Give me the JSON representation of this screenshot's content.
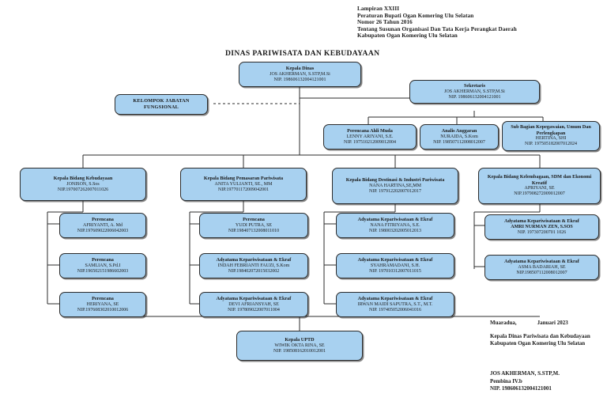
{
  "document": {
    "header_lines": [
      "Lampiran XXIII",
      "Peraturan Bupati Ogan Komering Ulu Selatan",
      "Nomor 26 Tahun 2016",
      "Tentang Susunan Organisasi Dan Tata Kerja Perangkat Daerah",
      "Kabupaten Ogan Komering Ulu Selatan"
    ],
    "title": "DINAS PARIWISATA DAN KEBUDAYAAN"
  },
  "chart_data": {
    "type": "diagram",
    "title": "DINAS PARIWISATA DAN KEBUDAYAAN",
    "nodes": {
      "kepala_dinas": {
        "title": "Kepala Dinas",
        "name": "JOS AKHERMAN, S.STP,M.Si",
        "nip": "NIP. 198606132004121001"
      },
      "sekretaris": {
        "title": "Sekretaris",
        "name": "JOS AKHERMAN, S.STP,M.Si",
        "nip": "NIP. 198606132004121001"
      },
      "kelompok_jabatan": {
        "title": "KELOMPOK JABATAN FUNGSIONAL"
      },
      "perencana_ahli_muda": {
        "title": "Perencana Ahli Muda",
        "name": "LENNY ARIYANI, S.E.",
        "nip": "NIP. 197510212009012004"
      },
      "analis_anggaran": {
        "title": "Analis Anggaran",
        "name": "NURAIDA, S.Kom",
        "nip": "NIP. 198507112008012007"
      },
      "sub_bagian": {
        "title": "Sub Bagian Kepegawaian, Umum Dan Perlengkapan",
        "name": "HERTINA, SHI",
        "nip": "NIP. 197505182007012024"
      },
      "kabid_kebudayaan": {
        "title": "Kepala Bidang Kebudayaan",
        "name": "JONISON, S.Sos",
        "nip": "NIP.197007262007011026"
      },
      "kabid_pemasaran": {
        "title": "Kepala Bidang Pemasaran Pariwisata",
        "name": "ANITA YULIANTI, SE., MM",
        "nip": "NIP.197701172009042001"
      },
      "kabid_destinasi": {
        "title": "Kepala Bidang Destinasi & Industri Pariwisata",
        "name": "NANA HARTINA,SE,MM",
        "nip": "NIP. 197912202007012017"
      },
      "kabid_kelembagaan": {
        "title": "Kepala Bidang Kelembagaan, SDM dan Ekonomi Kreatif",
        "name": "APRIYANI, SE",
        "nip": "NIP.197908272009012007"
      },
      "kebudayaan_1": {
        "title": "Perencana",
        "name": "AFRIYANTI, A. Md",
        "nip": "NIP.197609022006042003"
      },
      "kebudayaan_2": {
        "title": "Perencana",
        "name": "SAMLIAN, S.Pd.I",
        "nip": "NIP.196502151986602003"
      },
      "kebudayaan_3": {
        "title": "Perencana",
        "name": "HERIYANA, SE",
        "nip": "NIP.197608302010012006"
      },
      "pemasaran_1": {
        "title": "Perencana",
        "name": "YUDI PUTRA, SE",
        "nip": "NIP.198407132008011010"
      },
      "pemasaran_2": {
        "title": "Adyatama Kepariwisataan & Ekraf",
        "name": "INDAH FEBRIANTI FAUZI, S.Kom",
        "nip": "NIP.198402072015032002"
      },
      "pemasaran_3": {
        "title": "Adyatama Kepariwisataan & Ekraf",
        "name": "DEVI AFRIANSYAH, SE",
        "nip": "NIP. 197809022007011004"
      },
      "destinasi_1": {
        "title": "Adyatama Kepariwisataan & Ekraf",
        "name": "NANA FITRIYANA, S.E.",
        "nip": "NIP. 198003202005012013"
      },
      "destinasi_2": {
        "title": "Adyatama Kepariwisataan & Ekraf",
        "name": "SYAHRAMADANI, S.H.",
        "nip": "NIP. 197010312007011015"
      },
      "destinasi_3": {
        "title": "Adyatama Kepariwisataan & Ekraf",
        "name": "IRWAN MAIDI SAPUTRA, S.T., M.T.",
        "nip": "NIP. 197405052006041016"
      },
      "kelembagaan_1": {
        "title": "Adyatama Kepariwisataan & Ekraf",
        "name": "AMRI NURMAN ZEN, S.SOS",
        "nip": "NIP. 197307200701 1026",
        "name_bold": true
      },
      "kelembagaan_2": {
        "title": "Adyatama Kepariwisataan & Ekraf",
        "name": "ASMA BADARIAH, SE",
        "nip": "NIP.198507112008012007"
      },
      "kepala_uptd": {
        "title": "Kepala UPTD",
        "name": "WIWIK OKTA RINA, SE",
        "nip": "NIP. 198508162010012001"
      }
    },
    "colors": {
      "box_fill": "#a8d1f0",
      "box_border": "#2b2b2b",
      "background": "#ffffff",
      "text": "#1a1a1a"
    }
  },
  "signature": {
    "place": "Muaradua,",
    "date": "Januari  2023",
    "role_line1": "Kepala Dinas Pariwisata dan Kebudayaan",
    "role_line2": "Kabupaten Ogan Komering Ulu Selatan",
    "name": "JOS AKHERMAN, S.STP,M.",
    "rank": "Pembina IV.b",
    "nip": "NIP. 198606132004121001"
  }
}
